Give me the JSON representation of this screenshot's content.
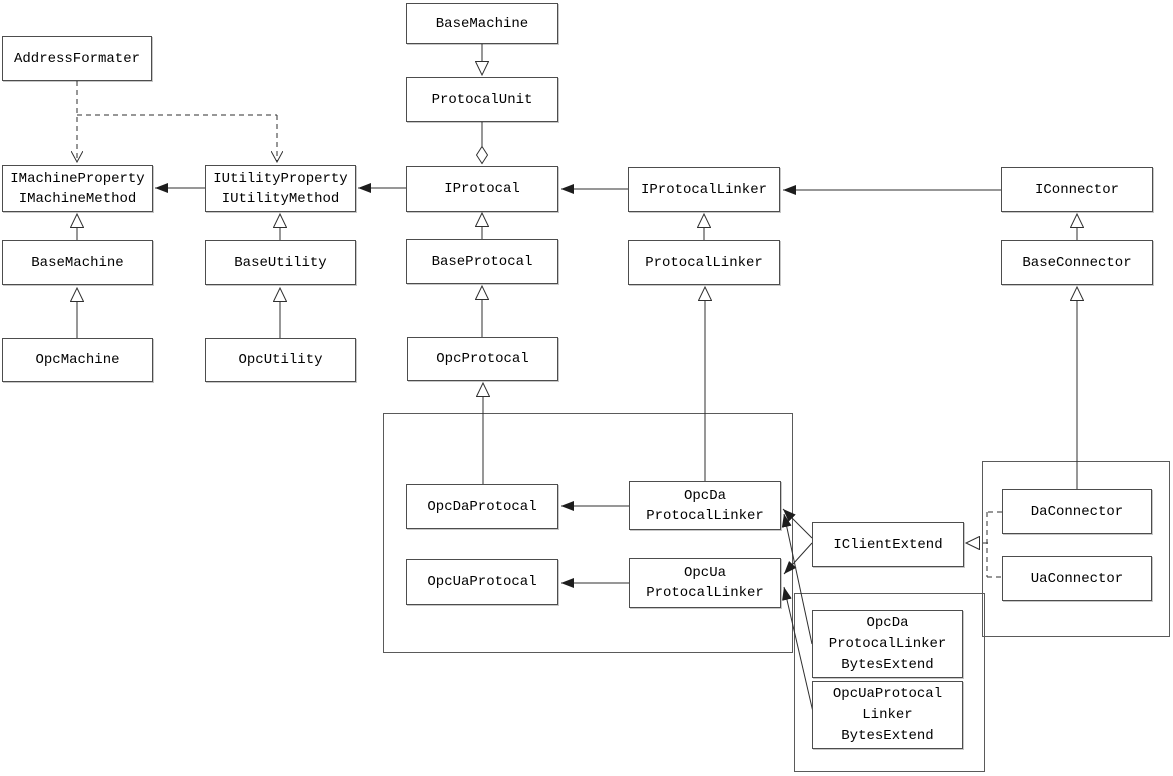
{
  "diagram": {
    "type": "uml-class-diagram",
    "colors": {
      "background": "#ffffff",
      "line": "#2f2f2f",
      "box_border": "#4d4d4d",
      "text": "#000000"
    },
    "nodes": {
      "address_formater": "AddressFormater",
      "base_machine_unit": "BaseMachine",
      "protocal_unit": "ProtocalUnit",
      "imachine": {
        "lines": [
          "IMachineProperty",
          "IMachineMethod"
        ]
      },
      "iutility": {
        "lines": [
          "IUtilityProperty",
          "IUtilityMethod"
        ]
      },
      "iprotocal": "IProtocal",
      "iprotocal_linker": "IProtocalLinker",
      "iconnector": "IConnector",
      "base_machine": "BaseMachine",
      "base_utility": "BaseUtility",
      "base_protocal": "BaseProtocal",
      "protocal_linker": "ProtocalLinker",
      "base_connector": "BaseConnector",
      "opc_machine": "OpcMachine",
      "opc_utility": "OpcUtility",
      "opc_protocal": "OpcProtocal",
      "opc_da_protocal": "OpcDaProtocal",
      "opc_da_linker": {
        "lines": [
          "OpcDa",
          "ProtocalLinker"
        ]
      },
      "opc_ua_protocal": "OpcUaProtocal",
      "opc_ua_linker": {
        "lines": [
          "OpcUa",
          "ProtocalLinker"
        ]
      },
      "iclient_extend": "IClientExtend",
      "da_connector": "DaConnector",
      "ua_connector": "UaConnector",
      "opc_da_linker_bytes": {
        "lines": [
          "OpcDa",
          "ProtocalLinker",
          "BytesExtend"
        ]
      },
      "opc_ua_linker_bytes": {
        "lines": [
          "OpcUaProtocal",
          "Linker",
          "BytesExtend"
        ]
      }
    }
  }
}
